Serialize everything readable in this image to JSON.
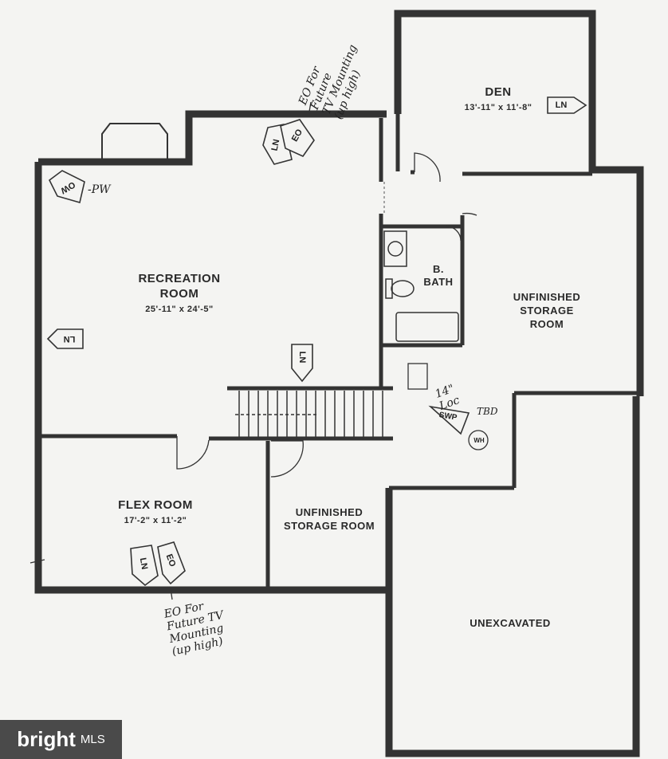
{
  "rooms": {
    "den": {
      "name": "DEN",
      "dims": "13'-11\" x 11'-8\""
    },
    "recreation": {
      "name": "RECREATION\nROOM",
      "dims": "25'-11\" x 24'-5\""
    },
    "bath": {
      "name": "B.\nBATH"
    },
    "storage_right": {
      "name": "UNFINISHED\nSTORAGE\nROOM"
    },
    "flex": {
      "name": "FLEX ROOM",
      "dims": "17'-2\" x 11'-2\""
    },
    "storage_center": {
      "name": "UNFINISHED\nSTORAGE ROOM"
    },
    "unexcavated": {
      "name": "UNEXCAVATED"
    }
  },
  "tags": {
    "ln": "LN",
    "eo": "EO",
    "ow": "OW",
    "swp": "SWP",
    "wh": "WH"
  },
  "notes": {
    "top_tv": "EO For\nFuture\nTV Mounting\n(up high)",
    "bottom_tv": "EO For\nFuture TV\nMounting\n(up high)",
    "pw": "-PW",
    "loc": "14\"\nLoc",
    "tbd": "TBD"
  },
  "logo": {
    "brand": "bright",
    "suffix": "MLS"
  }
}
